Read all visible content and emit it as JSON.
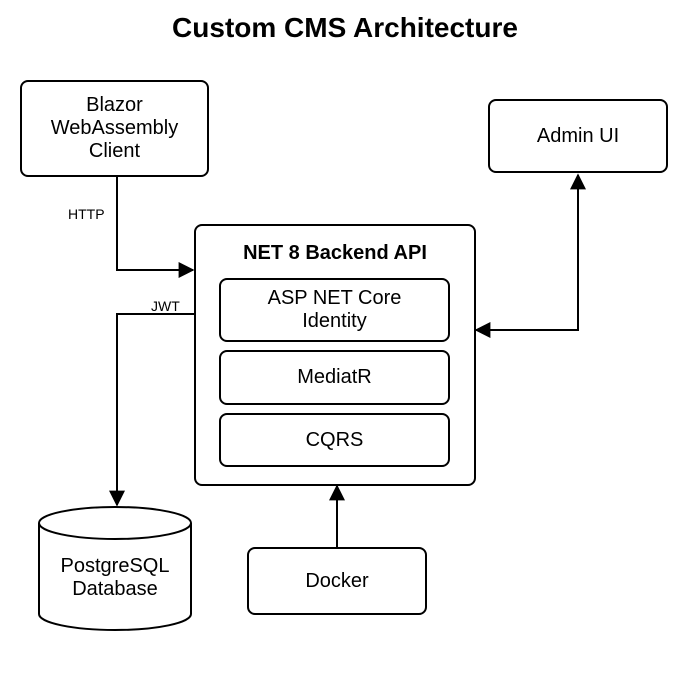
{
  "title": "Custom CMS Architecture",
  "nodes": {
    "blazor": {
      "lines": [
        "Blazor",
        "WebAssembly",
        "Client"
      ]
    },
    "admin": {
      "label": "Admin UI"
    },
    "backend": {
      "title": "NET 8 Backend API",
      "components": {
        "identity": {
          "lines": [
            "ASP NET Core",
            "Identity"
          ]
        },
        "mediatr": {
          "label": "MediatR"
        },
        "cqrs": {
          "label": "CQRS"
        }
      }
    },
    "postgres": {
      "lines": [
        "PostgreSQL",
        "Database"
      ]
    },
    "docker": {
      "label": "Docker"
    }
  },
  "edges": {
    "http": {
      "label": "HTTP"
    },
    "jwt": {
      "label": "JWT"
    }
  },
  "colors": {
    "stroke": "#000000",
    "background": "#ffffff"
  }
}
